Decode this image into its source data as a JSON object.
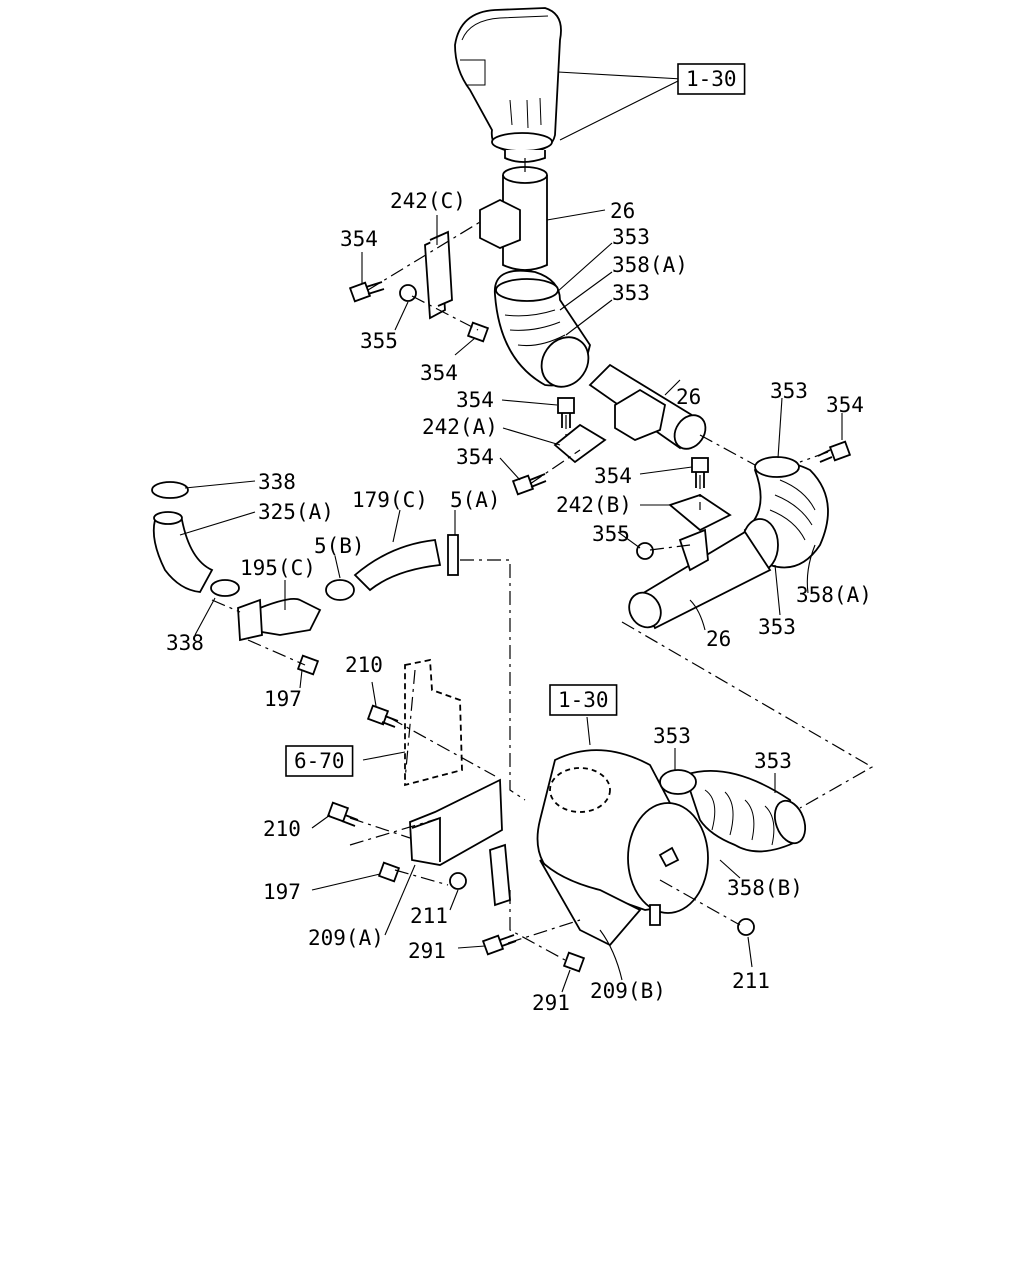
{
  "diagram": {
    "callouts": [
      {
        "id": "ref-1-30-top",
        "text": "1-30",
        "boxed": true
      },
      {
        "id": "part-26-a",
        "text": "26"
      },
      {
        "id": "part-242c",
        "text": "242(C)"
      },
      {
        "id": "part-354-a",
        "text": "354"
      },
      {
        "id": "part-353-a",
        "text": "353"
      },
      {
        "id": "part-358a-a",
        "text": "358(A)"
      },
      {
        "id": "part-353-b",
        "text": "353"
      },
      {
        "id": "part-355-a",
        "text": "355"
      },
      {
        "id": "part-354-b",
        "text": "354"
      },
      {
        "id": "part-26-b",
        "text": "26"
      },
      {
        "id": "part-354-c",
        "text": "354"
      },
      {
        "id": "part-242a",
        "text": "242(A)"
      },
      {
        "id": "part-354-d",
        "text": "354"
      },
      {
        "id": "part-353-c",
        "text": "353"
      },
      {
        "id": "part-354-e",
        "text": "354"
      },
      {
        "id": "part-354-f",
        "text": "354"
      },
      {
        "id": "part-242b",
        "text": "242(B)"
      },
      {
        "id": "part-355-b",
        "text": "355"
      },
      {
        "id": "part-358a-b",
        "text": "358(A)"
      },
      {
        "id": "part-353-d",
        "text": "353"
      },
      {
        "id": "part-26-c",
        "text": "26"
      },
      {
        "id": "part-338-a",
        "text": "338"
      },
      {
        "id": "part-325a",
        "text": "325(A)"
      },
      {
        "id": "part-179c",
        "text": "179(C)"
      },
      {
        "id": "part-5a",
        "text": "5(A)"
      },
      {
        "id": "part-195c",
        "text": "195(C)"
      },
      {
        "id": "part-5b",
        "text": "5(B)"
      },
      {
        "id": "part-338-b",
        "text": "338"
      },
      {
        "id": "part-197-a",
        "text": "197"
      },
      {
        "id": "part-210-a",
        "text": "210"
      },
      {
        "id": "ref-1-30-bottom",
        "text": "1-30",
        "boxed": true
      },
      {
        "id": "ref-6-70",
        "text": "6-70",
        "boxed": true
      },
      {
        "id": "part-353-e",
        "text": "353"
      },
      {
        "id": "part-353-f",
        "text": "353"
      },
      {
        "id": "part-210-b",
        "text": "210"
      },
      {
        "id": "part-197-b",
        "text": "197"
      },
      {
        "id": "part-358b",
        "text": "358(B)"
      },
      {
        "id": "part-211-a",
        "text": "211"
      },
      {
        "id": "part-209a",
        "text": "209(A)"
      },
      {
        "id": "part-291-a",
        "text": "291"
      },
      {
        "id": "part-211-b",
        "text": "211"
      },
      {
        "id": "part-209b",
        "text": "209(B)"
      },
      {
        "id": "part-291-b",
        "text": "291"
      }
    ]
  }
}
